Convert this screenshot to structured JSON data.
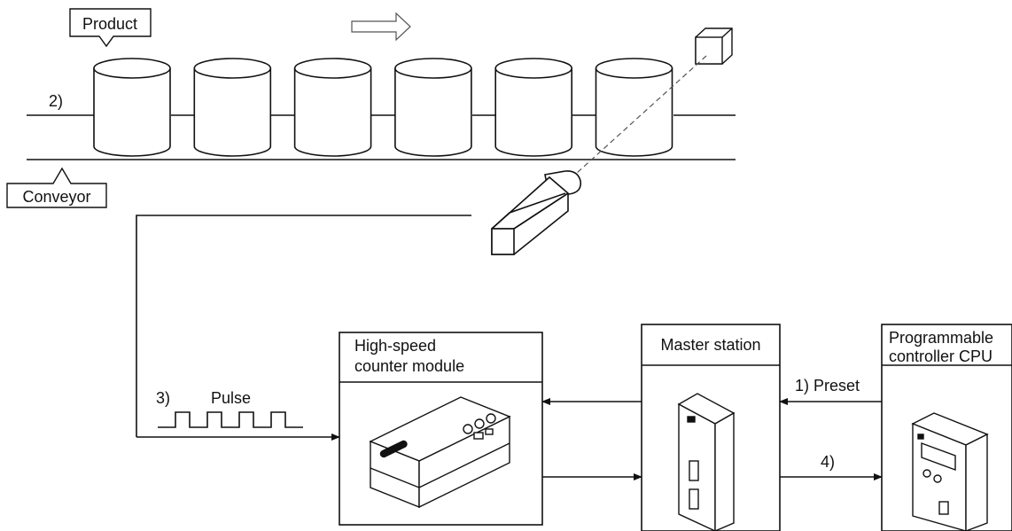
{
  "labels": {
    "product": "Product",
    "conveyor": "Conveyor",
    "step2": "2)",
    "step3": "3)",
    "pulse": "Pulse",
    "preset": "1) Preset",
    "step4": "4)"
  },
  "boxes": {
    "hsc_line1": "High-speed",
    "hsc_line2": "counter module",
    "master": "Master station",
    "cpu_line1": "Programmable",
    "cpu_line2": "controller CPU"
  },
  "products_count": 6
}
